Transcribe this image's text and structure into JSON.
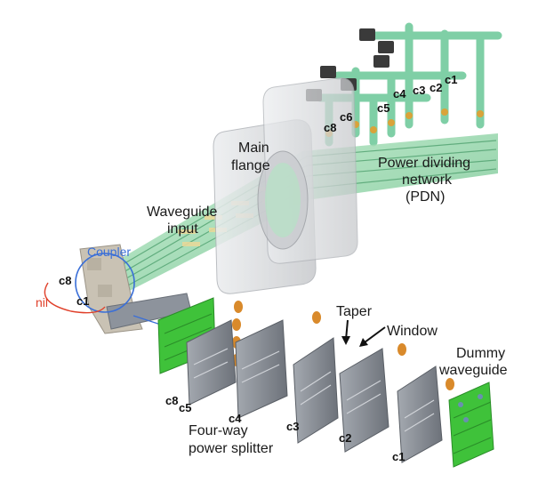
{
  "labels": {
    "main_flange_1": "Main",
    "main_flange_2": "flange",
    "pdn_1": "Power dividing",
    "pdn_2": "network",
    "pdn_3": "(PDN)",
    "waveguide_input_1": "Waveguide",
    "waveguide_input_2": "input",
    "coupler": "Coupler",
    "rnil": "nil",
    "taper": "Taper",
    "window": "Window",
    "dummy_1": "Dummy",
    "dummy_2": "waveguide",
    "splitter_1": "Four-way",
    "splitter_2": "power splitter"
  },
  "channels_top": [
    "c8",
    "c6",
    "c5",
    "c4",
    "c3",
    "c2",
    "c1"
  ],
  "channels_coupler": [
    "c8",
    "c1"
  ],
  "channels_bottom": [
    "c8",
    "c5",
    "c4",
    "c3",
    "c2",
    "c1"
  ],
  "colors": {
    "waveguide_green": "#8fd6a8",
    "flange_grey": "#d9dadc",
    "plate_grey": "#8c9198",
    "taper_orange": "#d98a2b",
    "dummy_green": "#3fc23a",
    "coupler_blue": "#3a6fd8",
    "rnil_red": "#e0402a"
  }
}
